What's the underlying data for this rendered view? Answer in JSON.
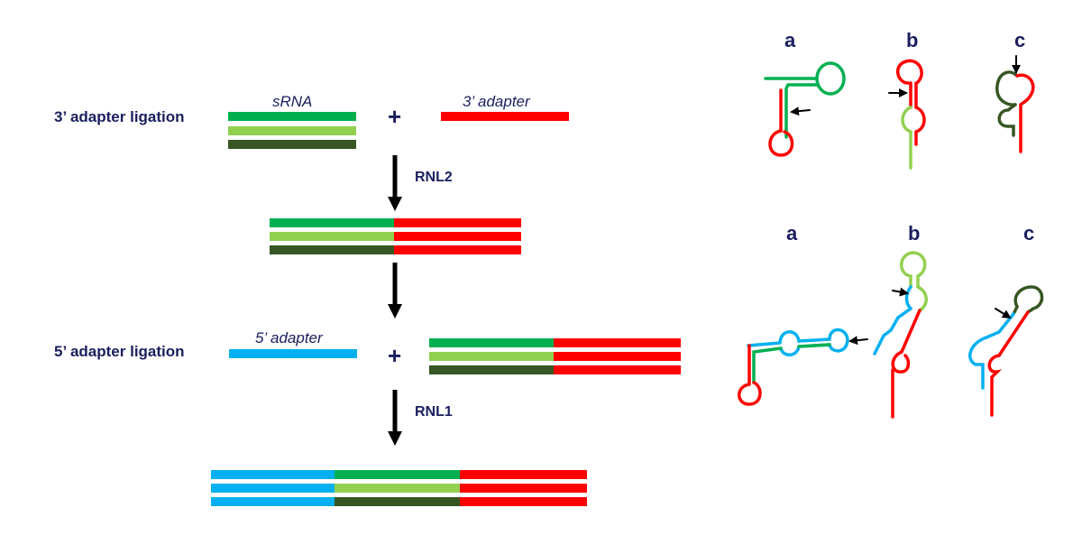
{
  "colors": {
    "srna_green": "#00b050",
    "srna_light_green": "#92d050",
    "srna_dark_green": "#375623",
    "adapter3_red": "#ff0000",
    "adapter5_blue": "#00b0f0",
    "text_navy": "#1b1f5e",
    "arrow_black": "#000000"
  },
  "steps": {
    "step1_label": "3’ adapter ligation",
    "step2_label": "5’ adapter ligation",
    "srna_label": "sRNA",
    "adapter3_label": "3’ adapter",
    "adapter5_label": "5’ adapter",
    "plus_sign": "+",
    "enzyme1": "RNL2",
    "enzyme2": "RNL1"
  },
  "panels": {
    "top": [
      "a",
      "b",
      "c"
    ],
    "bottom": [
      "a",
      "b",
      "c"
    ]
  }
}
